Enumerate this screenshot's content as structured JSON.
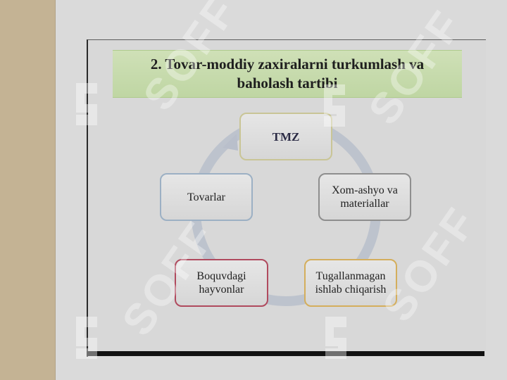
{
  "slide": {
    "title": "2. Tovar-moddiy zaxiralarni turkumlash va baholash tartibi"
  },
  "cycle": {
    "center": "TMZ",
    "items": [
      {
        "label": "Xom-ashyo va materiallar"
      },
      {
        "label": "Tugallanmagan ishlab chiqarish"
      },
      {
        "label": "Boquvdagi hayvonlar"
      },
      {
        "label": "Tovarlar"
      }
    ]
  },
  "watermark": {
    "text": "SOFF"
  },
  "colors": {
    "title_bg": "#c6dbaa",
    "tmz_border": "#c9c596",
    "xom_border": "#8e8e8e",
    "tug_border": "#d4ae5c",
    "boq_border": "#b04a5e",
    "tov_border": "#9cb0c4",
    "cycle_ring": "#b9bfcb"
  }
}
